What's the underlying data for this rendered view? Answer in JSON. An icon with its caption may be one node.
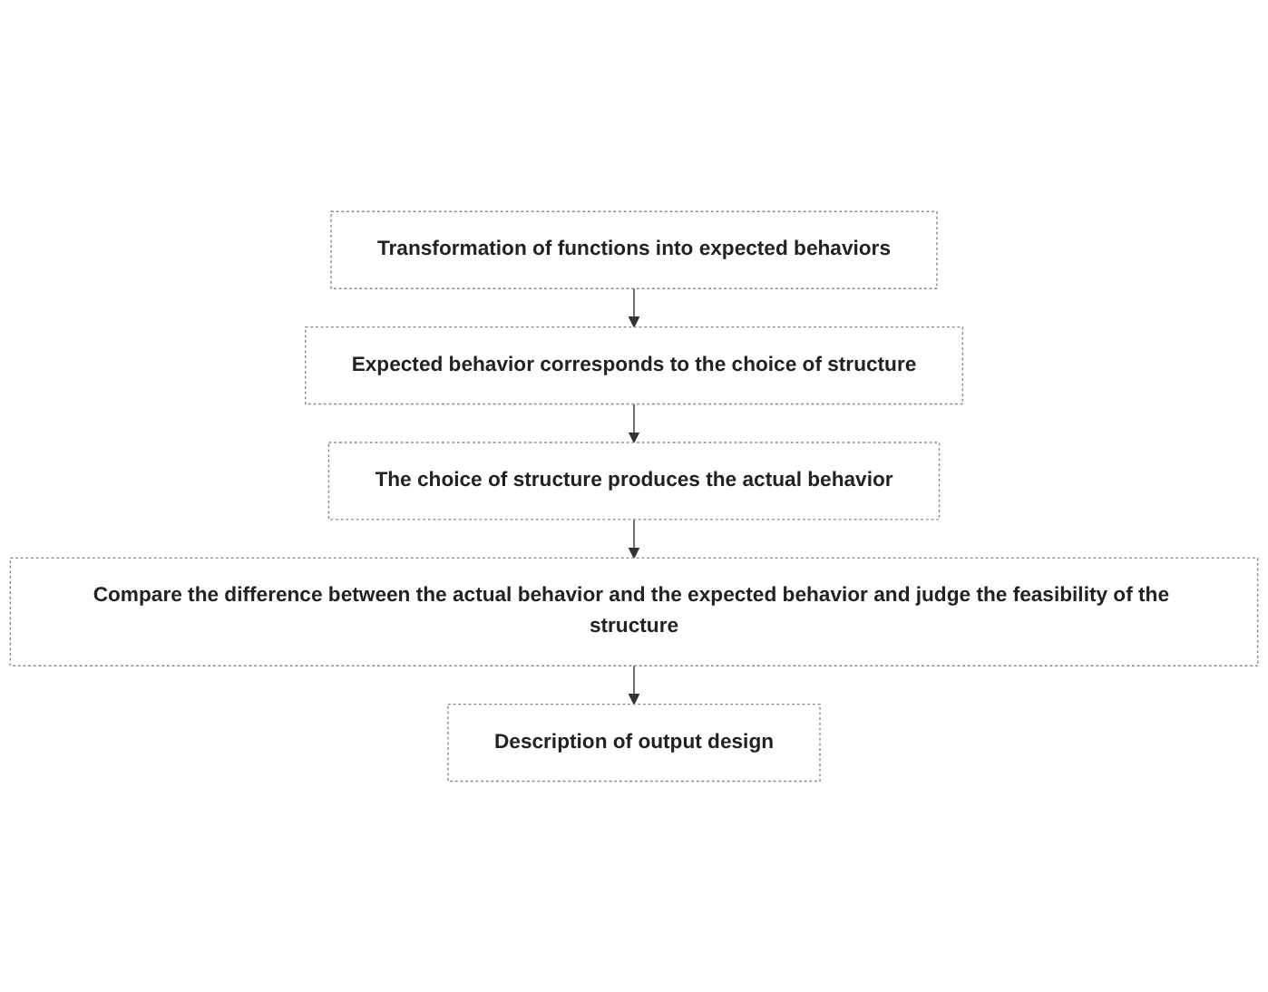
{
  "diagram": {
    "nodes": [
      {
        "text": [
          "Transformation of functions into expected behaviors"
        ]
      },
      {
        "text": [
          "Expected behavior corresponds to the choice of structure"
        ]
      },
      {
        "text": [
          "The choice of structure produces the actual behavior"
        ]
      },
      {
        "text": [
          "Compare the difference between the actual behavior and the expected behavior and judge the feasibility of the structure"
        ]
      },
      {
        "text": [
          "Description of output design"
        ]
      }
    ],
    "edges": [
      {
        "from": 0,
        "to": 1,
        "arrow": "to"
      },
      {
        "from": 1,
        "to": 2,
        "arrow": "to"
      },
      {
        "from": 2,
        "to": 3,
        "arrow": "to"
      },
      {
        "from": 3,
        "to": 4,
        "arrow": "to"
      }
    ]
  }
}
